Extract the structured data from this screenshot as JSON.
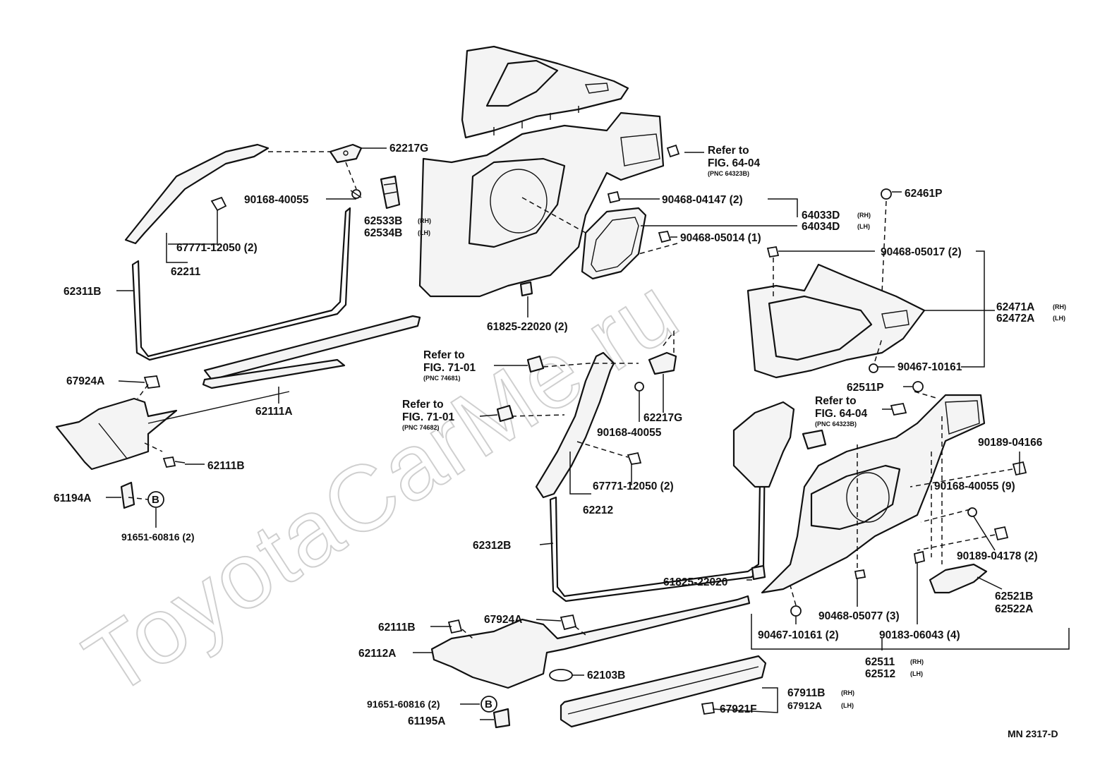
{
  "watermark": "ToyotaCarMe.ru",
  "diagram_code": "MN 2317-D",
  "labels": {
    "p62217G_top": "62217G",
    "p90168_top": "90168-40055",
    "p62533B": "62533B",
    "p62533B_side": "(RH)",
    "p62534B": "62534B",
    "p62534B_side": "(LH)",
    "p67771_top": "67771-12050 (2)",
    "p62211": "62211",
    "p62311B": "62311B",
    "p67924A_left": "67924A",
    "p62111A": "62111A",
    "p62111B_left": "62111B",
    "p61194A": "61194A",
    "p91651_left": "91651-60816 (2)",
    "ref_64_04_top_1": "Refer to",
    "ref_64_04_top_2": "FIG. 64-04",
    "ref_64_04_top_3": "(PNC 64323B)",
    "p90468_04147": "90468-04147 (2)",
    "p64033D": "64033D",
    "p64033D_side": "(RH)",
    "p64034D": "64034D",
    "p64034D_side": "(LH)",
    "p90468_05014": "90468-05014 (1)",
    "p62461P": "62461P",
    "p90468_05017": "90468-05017 (2)",
    "p62471A": "62471A",
    "p62471A_side": "(RH)",
    "p62472A": "62472A",
    "p62472A_side": "(LH)",
    "p90467_10161_right": "90467-10161",
    "p61825_top": "61825-22020 (2)",
    "ref_71_01_a_1": "Refer to",
    "ref_71_01_a_2": "FIG. 71-01",
    "ref_71_01_a_3": "(PNC 74681)",
    "ref_71_01_b_1": "Refer to",
    "ref_71_01_b_2": "FIG. 71-01",
    "ref_71_01_b_3": "(PNC 74682)",
    "p62217G_mid": "62217G",
    "p90168_mid": "90168-40055",
    "p67771_mid": "67771-12050 (2)",
    "p62212": "62212",
    "p62511P": "62511P",
    "ref_64_04_mid_1": "Refer to",
    "ref_64_04_mid_2": "FIG. 64-04",
    "ref_64_04_mid_3": "(PNC 64323B)",
    "p90189_04166": "90189-04166",
    "p90168_9": "90168-40055 (9)",
    "p90189_04178": "90189-04178 (2)",
    "p62312B": "62312B",
    "p61825_mid": "61825-22020",
    "p62521B": "62521B",
    "p62522A": "62522A",
    "p62111B_bottom": "62111B",
    "p67924A_bottom": "67924A",
    "p62112A": "62112A",
    "p90468_05077": "90468-05077 (3)",
    "p90467_10161_2": "90467-10161 (2)",
    "p90183_06043": "90183-06043 (4)",
    "p62511": "62511",
    "p62511_side": "(RH)",
    "p62512": "62512",
    "p62512_side": "(LH)",
    "p62103B": "62103B",
    "p91651_bottom": "91651-60816 (2)",
    "p61195A": "61195A",
    "p67911B": "67911B",
    "p67911B_side": "(RH)",
    "p67912A": "67912A",
    "p67912A_side": "(LH)",
    "p67921F": "67921F",
    "bolt_b": "B"
  }
}
